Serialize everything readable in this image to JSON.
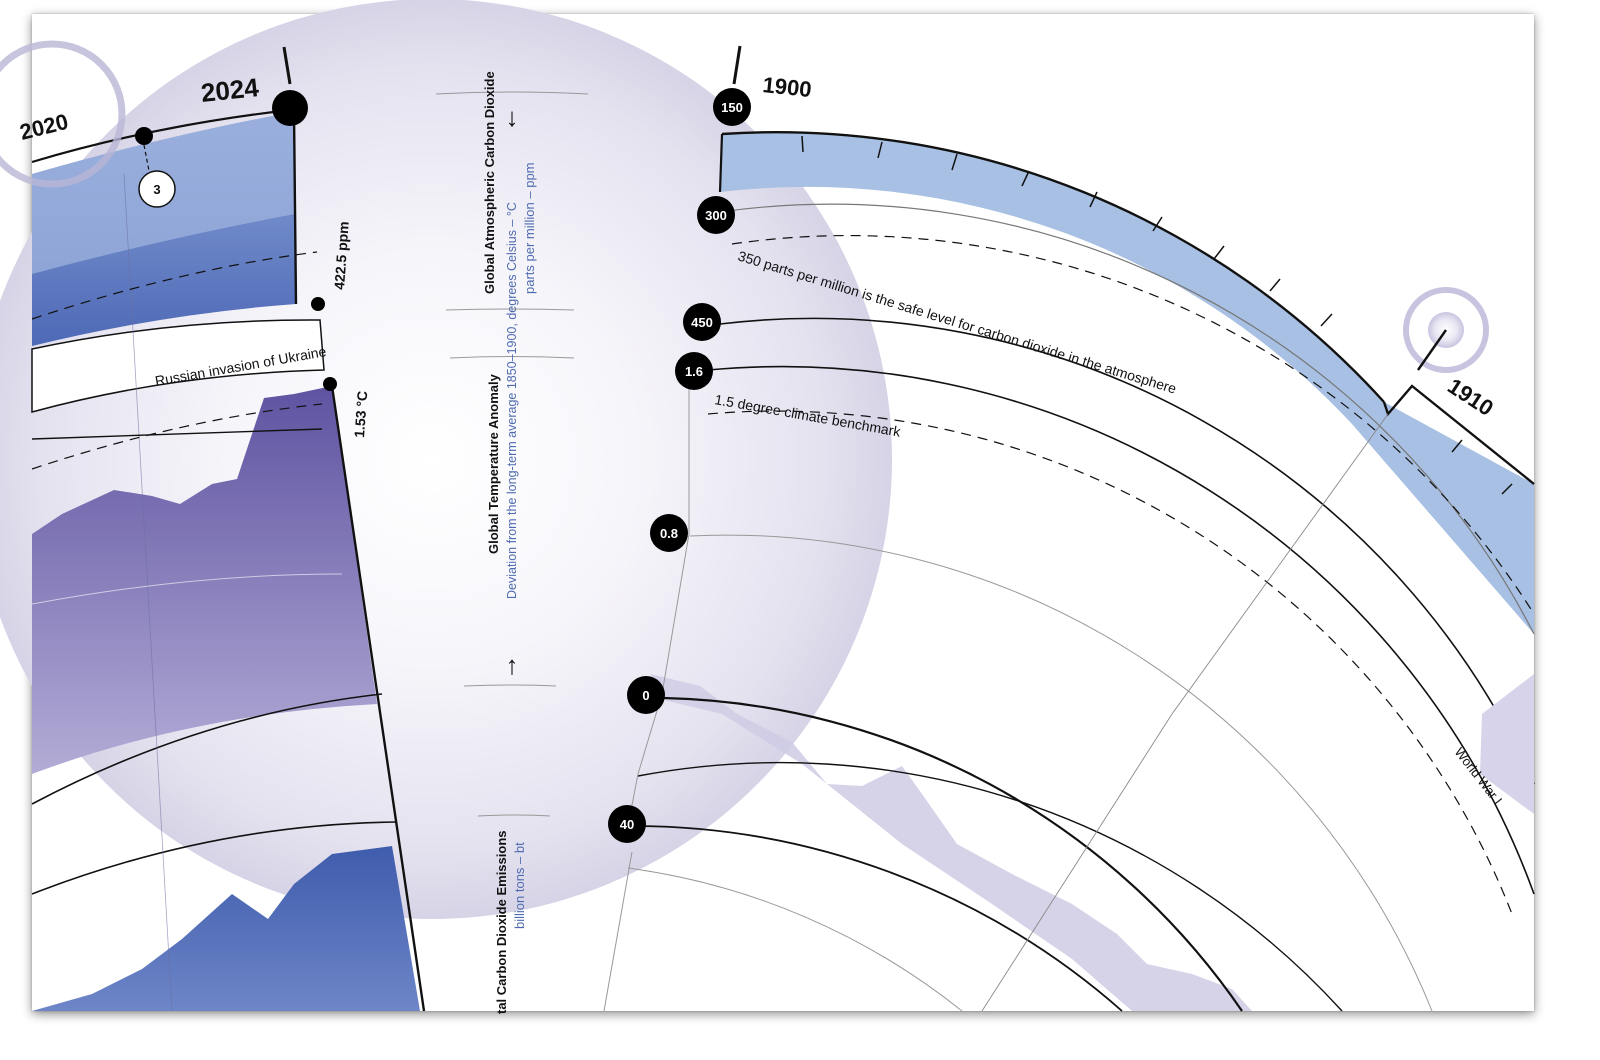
{
  "chart_data": {
    "type": "area",
    "layout": "radial spiral",
    "years_labeled": [
      "2020",
      "2024",
      "1900",
      "1910"
    ],
    "badges": [
      "3"
    ],
    "readouts": {
      "co2": "422.5 ppm",
      "temperature": "1.53 °C"
    },
    "events": [
      "Russian invasion of Ukraine",
      "World War I"
    ],
    "benchmarks": [
      "350 parts per million is the safe level for carbon dioxide in the atmosphere",
      "1.5 degree climate benchmark"
    ],
    "scales": {
      "co2_ppm": [
        "150",
        "300",
        "450"
      ],
      "temperature_c": [
        "1.6",
        "0.8",
        "0"
      ],
      "emissions_bt": [
        "40"
      ]
    },
    "legend": {
      "co2": {
        "title": "Global Atmospheric Carbon Dioxide",
        "unit": "parts per million – ppm",
        "arrow": "↓"
      },
      "temperature": {
        "title": "Global Temperature Anomaly",
        "unit": "Deviation from the long-term  average 1850–1900, degrees Celsius – °C",
        "arrow": "↑"
      },
      "emissions": {
        "title": "tal Carbon Dioxide Emissions",
        "unit": "billion tons – bt"
      }
    },
    "colors": {
      "co2_band": "#a8c0e3",
      "co2_recent": "#6f86c6",
      "temperature_area": "#7064ac",
      "temperature_light": "#d7d3ea",
      "emissions_area": "#4f69b3",
      "halo": "#dcdaea"
    }
  }
}
